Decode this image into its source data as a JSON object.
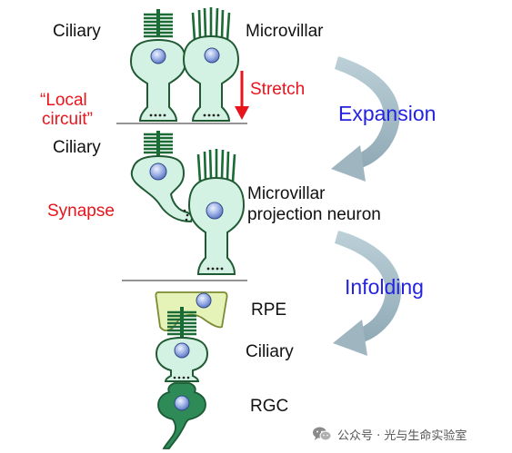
{
  "labels": {
    "ciliary_top": "Ciliary",
    "microvillar_top": "Microvillar",
    "stretch": "Stretch",
    "local_line1": "“Local",
    "local_line2": "circuit”",
    "ciliary_middle": "Ciliary",
    "synapse": "Synapse",
    "microvillar_proj_line1": "Microvillar",
    "microvillar_proj_line2": "projection neuron",
    "rpe": "RPE",
    "ciliary_bottom": "Ciliary",
    "rgc": "RGC"
  },
  "transitions": {
    "expansion": "Expansion",
    "infolding": "Infolding"
  },
  "watermark": {
    "icon": "wechat-icon",
    "text": "公众号 · 光与生命实验室"
  },
  "colors": {
    "cell_fill": "#d4f2e4",
    "cell_stroke": "#1f5a33",
    "nucleus": "#9fb3e6",
    "cilium_dark": "#1a6b35",
    "rgc_fill": "#2e8b57",
    "arrow_gray": "#a5bcc6",
    "label_red": "#e8141c",
    "label_blue": "#2424e0"
  }
}
